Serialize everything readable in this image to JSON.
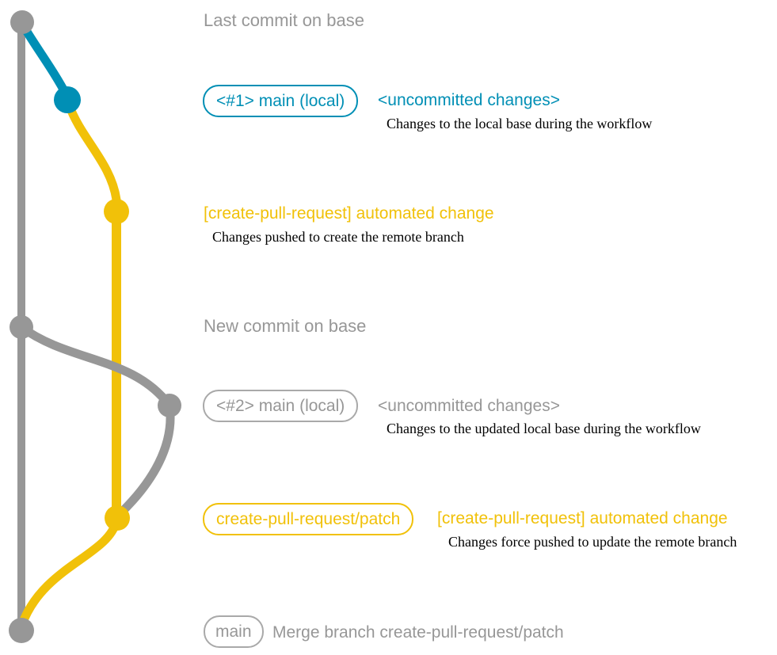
{
  "colors": {
    "gray": "#979797",
    "blue": "#008fb5",
    "yellow": "#f1c109",
    "annotation": "#000000",
    "background": "#ffffff"
  },
  "graph": {
    "type": "git-branch-diagram",
    "branches": [
      {
        "name": "base",
        "color": "#979797"
      },
      {
        "name": "main (local)",
        "color": "#008fb5"
      },
      {
        "name": "create-pull-request/patch",
        "color": "#f1c109"
      }
    ],
    "commits": [
      {
        "id": "last-commit-on-base",
        "branch": "base",
        "color": "#979797",
        "message": "Last commit on base"
      },
      {
        "id": "uncommitted-1",
        "branch": "main (local)",
        "color": "#008fb5",
        "badge": "<#1> main (local)",
        "message": "<uncommitted changes>",
        "note": "Changes to the local base during the workflow"
      },
      {
        "id": "automated-change-1",
        "branch": "create-pull-request/patch",
        "color": "#f1c109",
        "message": "[create-pull-request] automated change",
        "note": "Changes pushed to create the remote branch"
      },
      {
        "id": "new-commit-on-base",
        "branch": "base",
        "color": "#979797",
        "message": "New commit on base"
      },
      {
        "id": "uncommitted-2",
        "branch": "main (local)",
        "color": "#979797",
        "badge": "<#2> main (local)",
        "message": "<uncommitted changes>",
        "note": "Changes to the updated local base during the workflow"
      },
      {
        "id": "automated-change-2",
        "branch": "create-pull-request/patch",
        "color": "#f1c109",
        "badge": "create-pull-request/patch",
        "message": "[create-pull-request] automated change",
        "note": "Changes force pushed to update the remote branch"
      },
      {
        "id": "merge-commit",
        "branch": "base",
        "color": "#979797",
        "badge": "main",
        "message": "Merge branch create-pull-request/patch"
      }
    ]
  },
  "labels": {
    "last_commit": "Last commit on base",
    "badge1": "<#1> main (local)",
    "uncommitted1": "<uncommitted changes>",
    "note1": "Changes to the local base during the workflow",
    "automated1": "[create-pull-request] automated change",
    "note2": "Changes pushed to create the remote branch",
    "new_commit": "New commit on base",
    "badge2": "<#2> main (local)",
    "uncommitted2": "<uncommitted changes>",
    "note3": "Changes to the updated local base during the workflow",
    "badge3": "create-pull-request/patch",
    "automated2": "[create-pull-request] automated change",
    "note4": "Changes force pushed to update the remote branch",
    "badge4": "main",
    "merge_message": "Merge branch create-pull-request/patch"
  }
}
